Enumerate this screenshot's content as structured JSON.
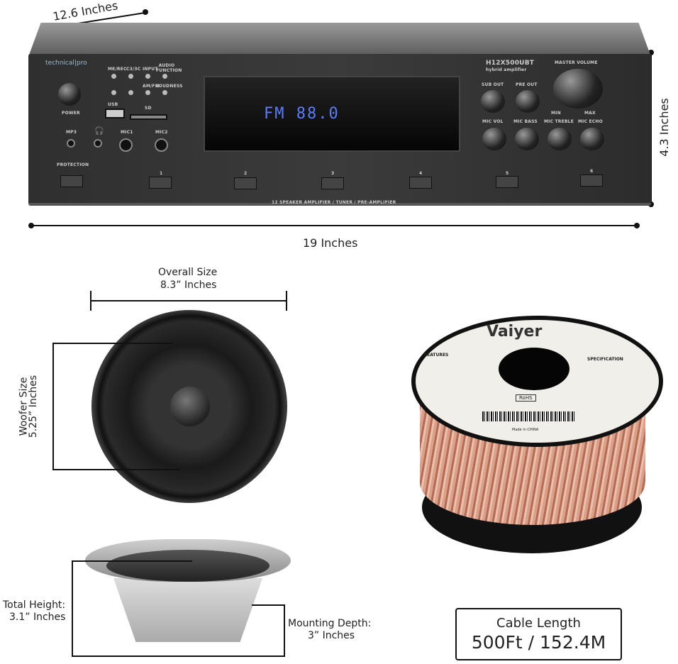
{
  "dimensions": {
    "amp_depth": "12.6 Inches",
    "amp_height": "4.3 Inches",
    "amp_width": "19 Inches",
    "speaker_overall_title": "Overall Size",
    "speaker_overall_value": "8.3” Inches",
    "woofer_title": "Woofer Size",
    "woofer_value": "5.25” Inches",
    "total_height_title": "Total Height:",
    "total_height_value": "3.1” Inches",
    "mounting_depth_title": "Mounting Depth:",
    "mounting_depth_value": "3” Inches"
  },
  "amplifier": {
    "brand": "technical pro",
    "model": "H12X500UBT",
    "subtitle": "hybrid amplifier",
    "display": "FM 88.0",
    "bottom_label": "12 SPEAKER  AMPLIFIER / TUNER / PRE-AMPLIFIER",
    "labels": {
      "power": "POWER",
      "usb": "USB",
      "sd": "SD",
      "mp3": "MP3",
      "mic1": "MIC1",
      "mic2": "MIC2",
      "protection": "PROTECTION",
      "b1": "ME/REC",
      "b2": "C3/3C",
      "b3": "INPUT",
      "b4": "AUDIO FUNCTION",
      "b7": "AM/FM",
      "b8": "LOUDNESS",
      "sub_out": "SUB OUT",
      "pre_out": "PRE OUT",
      "master": "MASTER VOLUME",
      "min": "MIN",
      "max": "MAX",
      "mic_vol": "MIC VOL",
      "mic_bass": "MIC BASS",
      "mic_treble": "MIC TREBLE",
      "mic_echo": "MIC ECHO"
    },
    "zones": [
      "1",
      "2",
      "3",
      "4",
      "5",
      "6"
    ]
  },
  "spool": {
    "brand": "Vaiyer",
    "features_title": "FEATURES",
    "spec_title": "SPECIFICATION",
    "rohs": "RoHS",
    "origin": "Made in CHINA"
  },
  "cable": {
    "title": "Cable Length",
    "value": "500Ft / 152.4M"
  }
}
